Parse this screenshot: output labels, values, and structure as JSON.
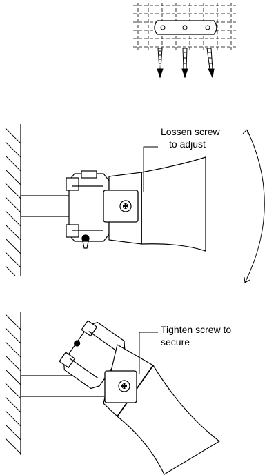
{
  "diagram": {
    "loosen_label_line1": "Lossen screw",
    "loosen_label_line2": "to adjust",
    "tighten_label_line1": "Tighten screw to",
    "tighten_label_line2": "secure"
  },
  "colors": {
    "ink": "#000000",
    "background": "#ffffff"
  }
}
